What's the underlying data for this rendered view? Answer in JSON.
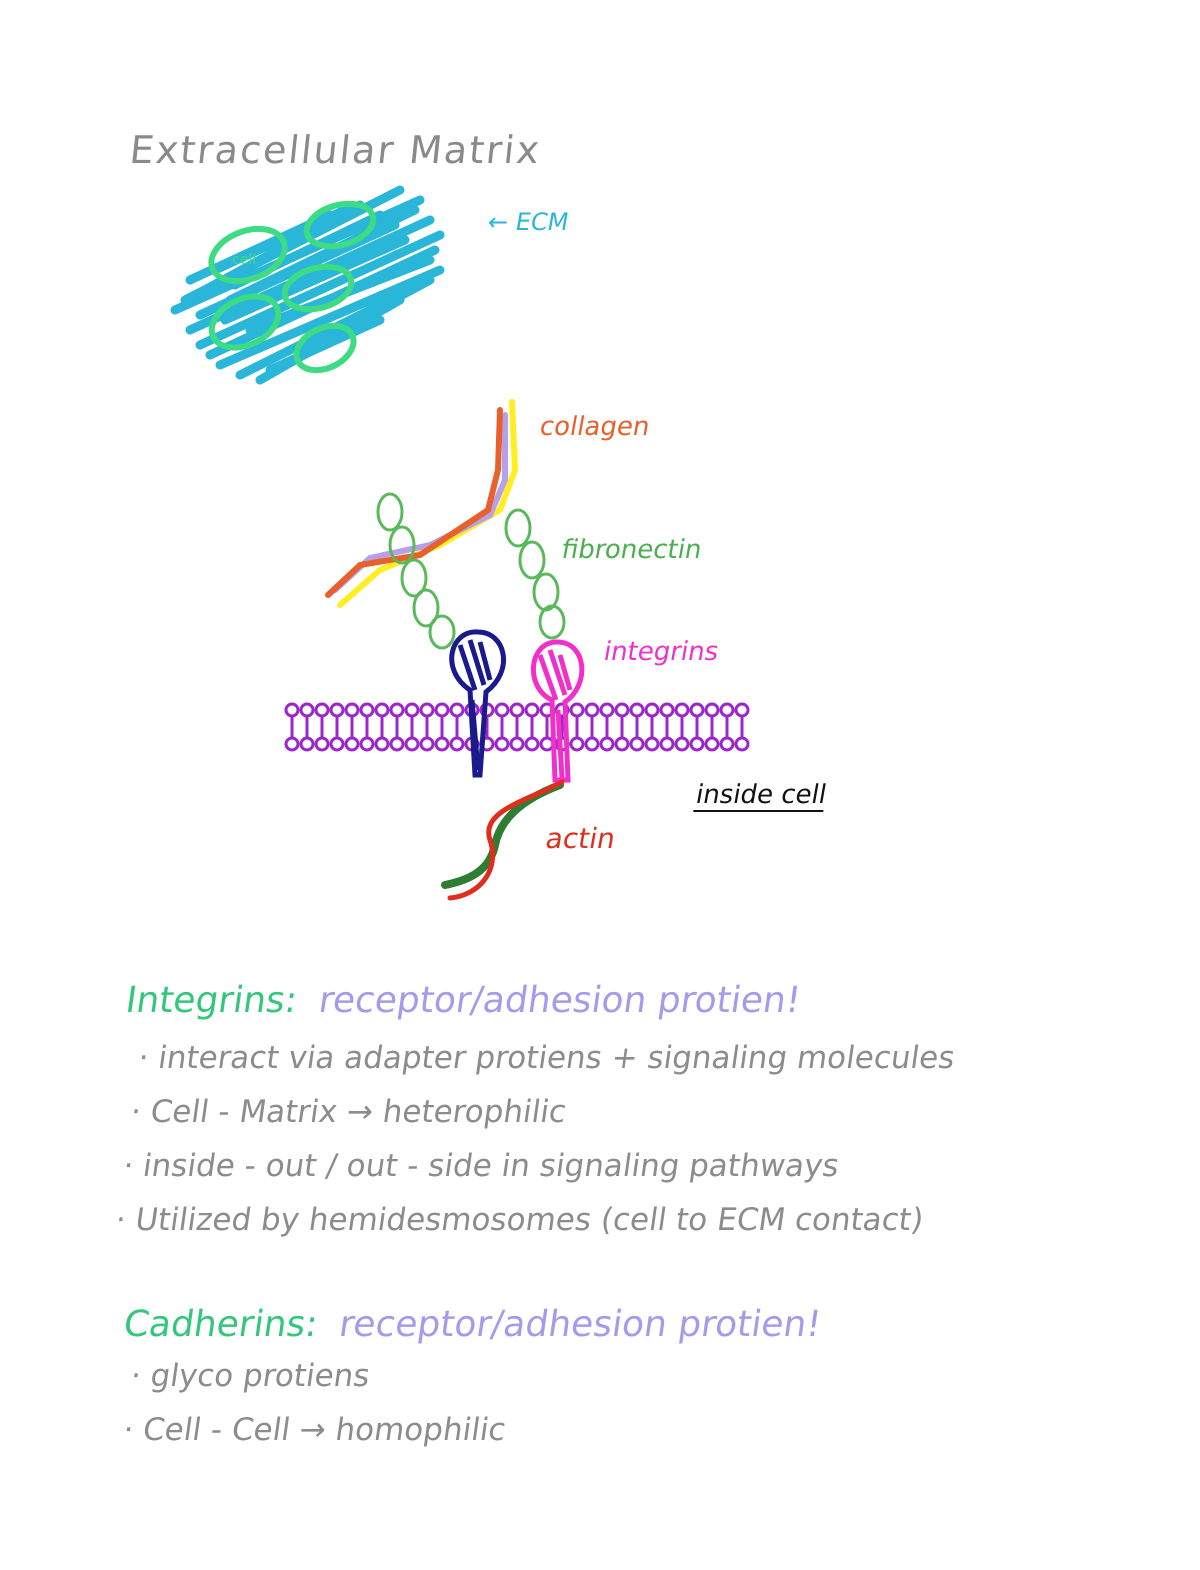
{
  "title": "Extracellular Matrix",
  "diagram_labels": {
    "ecm": "← ECM",
    "cell": "cell",
    "collagen": "collagen",
    "fibronectin": "fibronectin",
    "integrins": "integrins",
    "actin": "actin",
    "inside_cell": "inside cell"
  },
  "sections": [
    {
      "name": "Integrins:",
      "description": "receptor/adhesion protien!",
      "bullets": [
        "· interact via adapter protiens + signaling molecules",
        "· Cell - Matrix → heterophilic",
        "· inside - out / out - side in signaling pathways",
        "· Utilized by hemidesmosomes (cell to ECM contact)"
      ]
    },
    {
      "name": "Cadherins:",
      "description": "receptor/adhesion protien!",
      "bullets": [
        "· glyco protiens",
        "· Cell - Cell → homophilic"
      ]
    }
  ],
  "colors": {
    "title": "#8a8a8a",
    "ecm": "#29b6d8",
    "cell_outline": "#3ddc84",
    "collagen": "#e8602c",
    "collagen_yellow": "#ffee22",
    "collagen_lavender": "#b8a0e8",
    "fibronectin": "#5cb85c",
    "integrin_blue": "#1a1a8c",
    "integrin_pink": "#f030c8",
    "membrane": "#9b27c9",
    "actin_red": "#e02e1e",
    "actin_green": "#2e7d32",
    "section_heading": "#34c77b",
    "section_desc": "#a59bea",
    "bullet_text": "#8c8c8c"
  }
}
